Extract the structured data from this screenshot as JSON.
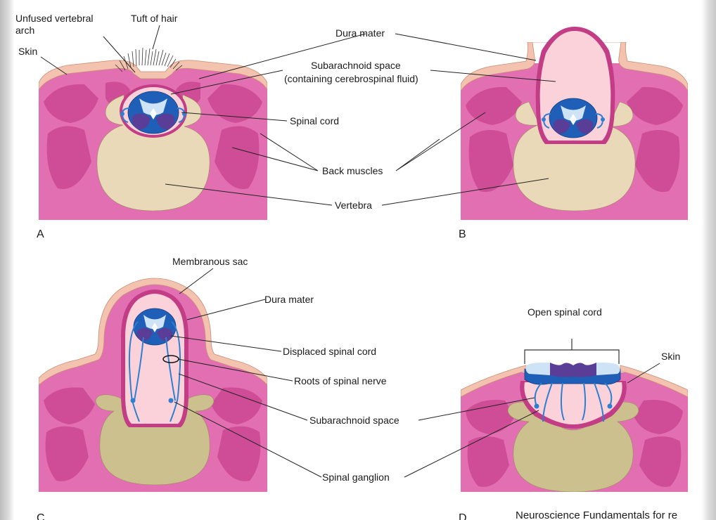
{
  "colors": {
    "tissue": "#e36fb3",
    "muscle": "#cf4d96",
    "skin": "#f3c3b0",
    "skin_edge": "#c98d72",
    "bone": "#ead9b8",
    "bone_b": "#ccc08e",
    "dura": "#c23d85",
    "csf": "#fbd2da",
    "cord_blue": "#1f5fb8",
    "cord_light": "#cfe3f6",
    "cord_purple": "#5a3d96",
    "nerve": "#2f7fd0"
  },
  "panel_letters": {
    "a": "A",
    "b": "B",
    "c": "C",
    "d": "D"
  },
  "labels": {
    "unfused_arch_1": "Unfused vertebral",
    "unfused_arch_2": "arch",
    "tuft_of_hair": "Tuft of hair",
    "skin_a": "Skin",
    "dura_mater_top": "Dura mater",
    "subarachnoid_1": "Subarachnoid space",
    "subarachnoid_2": "(containing cerebrospinal fluid)",
    "spinal_cord": "Spinal cord",
    "back_muscles": "Back muscles",
    "vertebra": "Vertebra",
    "membranous_sac": "Membranous sac",
    "dura_mater_c": "Dura mater",
    "displaced_cord": "Displaced spinal cord",
    "roots": "Roots of spinal nerve",
    "subarachnoid_c": "Subarachnoid space",
    "spinal_ganglion": "Spinal ganglion",
    "open_spinal_cord": "Open spinal cord",
    "skin_d": "Skin"
  },
  "footer_caption": "Neuroscience Fundamentals for re"
}
